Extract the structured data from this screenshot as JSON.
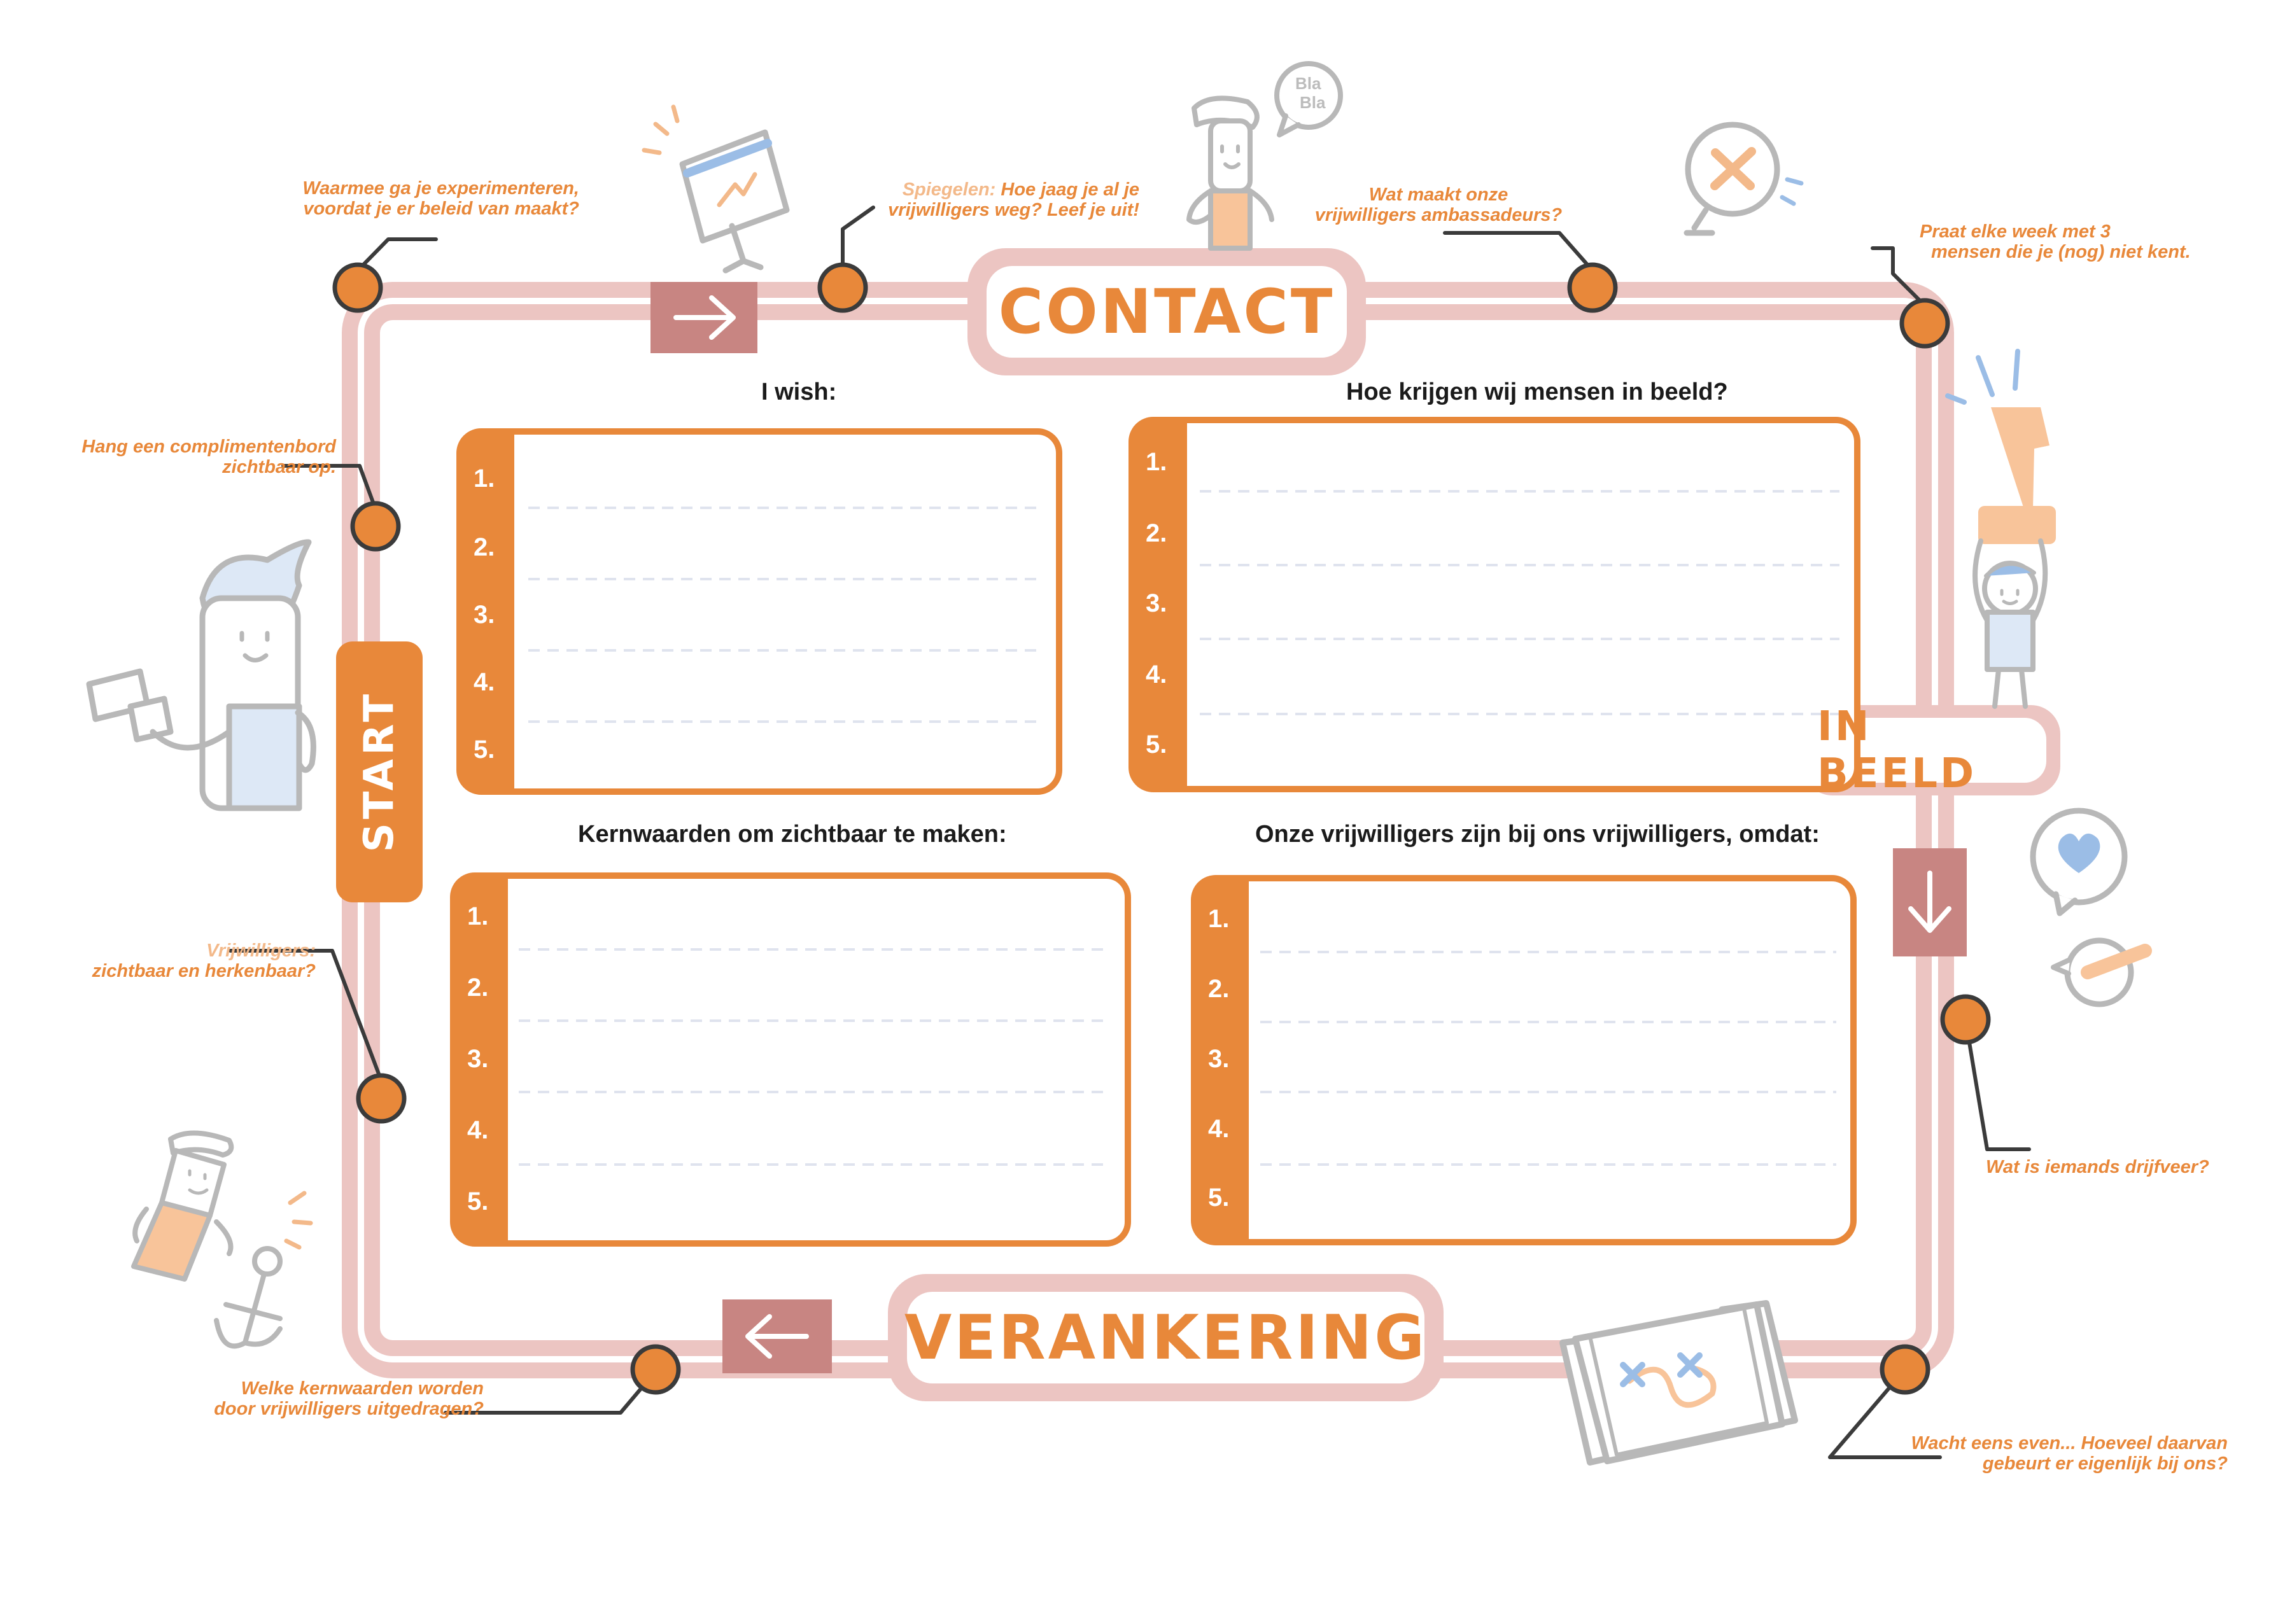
{
  "board": {
    "label_top": "CONTACT",
    "label_right": "IN BEELD",
    "label_bottom": "VERANKERING",
    "label_left": "START"
  },
  "boxes": [
    {
      "title": "I wish:",
      "numbers": [
        "1.",
        "2.",
        "3.",
        "4.",
        "5."
      ]
    },
    {
      "title": "Hoe krijgen wij mensen in beeld?",
      "numbers": [
        "1.",
        "2.",
        "3.",
        "4.",
        "5."
      ]
    },
    {
      "title": "Kernwaarden om zichtbaar te maken:",
      "numbers": [
        "1.",
        "2.",
        "3.",
        "4.",
        "5."
      ]
    },
    {
      "title": "Onze vrijwilligers zijn bij ons vrijwilligers, omdat:",
      "numbers": [
        "1.",
        "2.",
        "3.",
        "4.",
        "5."
      ]
    }
  ],
  "tips": {
    "experiment_1": "Waarmee ga je experimenteren,",
    "experiment_2": "voordat je er beleid van maakt?",
    "spiegelen_label": "Spiegelen:",
    "spiegelen_1": " Hoe jaag je al je",
    "spiegelen_2": "vrijwilligers weg? Leef je uit!",
    "ambassadeurs_1": "Wat maakt onze",
    "ambassadeurs_2": "vrijwilligers ambassadeurs?",
    "praat_1": "Praat elke week met 3",
    "praat_2": "mensen die je (nog) niet kent.",
    "compliment_1": "Hang een complimentenbord",
    "compliment_2": "zichtbaar op.",
    "vrijwilligers_label": "Vrijwilligers:",
    "vrijwilligers_2": "zichtbaar en herkenbaar?",
    "drijfveer": "Wat is iemands drijfveer?",
    "kernwaarden_1": "Welke kernwaarden worden",
    "kernwaarden_2": "door vrijwilligers uitgedragen?",
    "wacht_1": "Wacht eens even... Hoeveel daarvan",
    "wacht_2": "gebeurt er eigenlijk bij ons?"
  },
  "speech_bubble": {
    "line1": "Bla",
    "line2": "Bla"
  },
  "colors": {
    "orange": "#e8883a",
    "light_orange": "#f8c49a",
    "track_pink": "#ecc5c2",
    "arrow_box": "#c88582",
    "pale_blue": "#dde8f6",
    "gray": "#b8b8b8",
    "dark_line": "#3b3b3b",
    "heading_text": "#1b1b1b"
  },
  "icons": [
    "arrow-right-icon",
    "arrow-down-icon",
    "arrow-left-icon",
    "pin-icon",
    "flipchart-icon",
    "speech-bubble-icon",
    "heart-bubble-icon",
    "anchor-icon",
    "treasure-map-icon",
    "binoculars-icon",
    "stamp-icon",
    "cross-circle-icon"
  ]
}
